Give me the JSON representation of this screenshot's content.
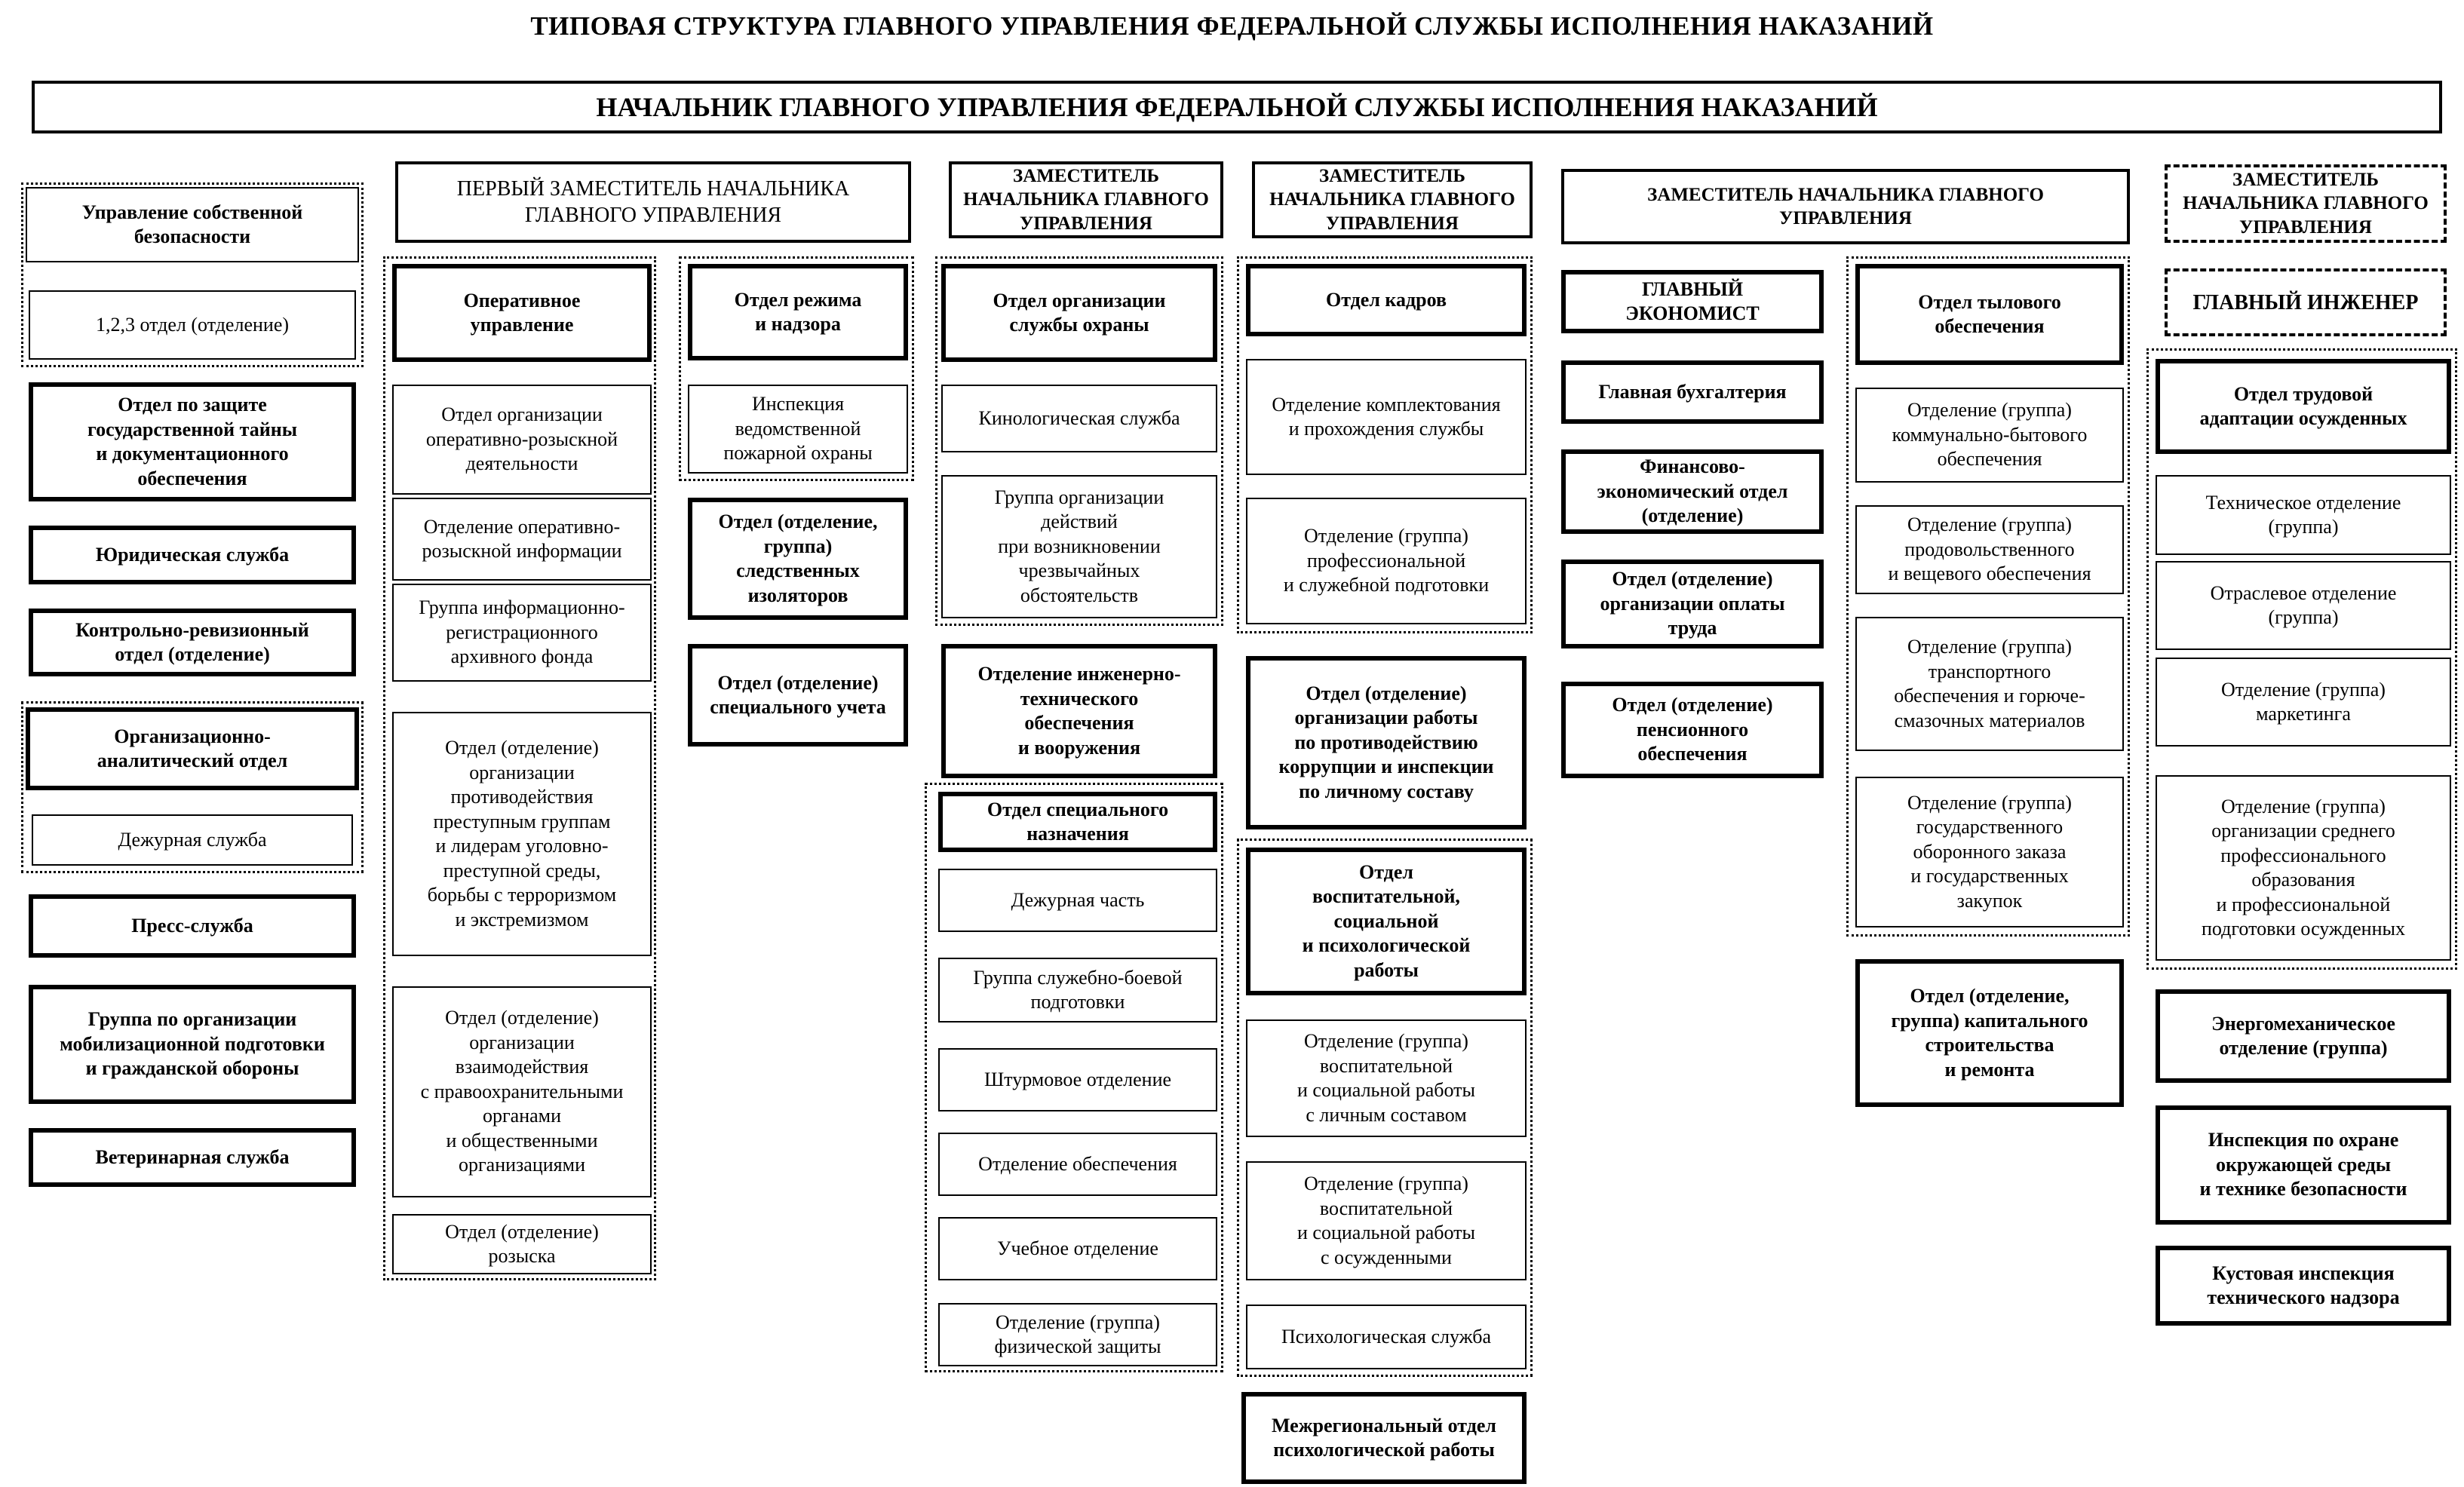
{
  "title": "ТИПОВАЯ СТРУКТУРА ГЛАВНОГО УПРАВЛЕНИЯ ФЕДЕРАЛЬНОЙ СЛУЖБЫ ИСПОЛНЕНИЯ НАКАЗАНИЙ",
  "chief": "НАЧАЛЬНИК ГЛАВНОГО УПРАВЛЕНИЯ ФЕДЕРАЛЬНОЙ СЛУЖБЫ ИСПОЛНЕНИЯ НАКАЗАНИЙ",
  "col1": {
    "own_security": "Управление собственной\nбезопасности",
    "dept_123": "1,2,3 отдел (отделение)",
    "state_secret": "Отдел по защите\nгосударственной тайны\nи документационного\nобеспечения",
    "legal": "Юридическая служба",
    "audit": "Контрольно-ревизионный\nотдел (отделение)",
    "analytic": "Организационно-\nаналитический отдел",
    "duty": "Дежурная служба",
    "press": "Пресс-служба",
    "mobil": "Группа по организации\nмобилизационной подготовки\nи гражданской обороны",
    "vet": "Ветеринарная служба"
  },
  "col2": {
    "head": "ПЕРВЫЙ ЗАМЕСТИТЕЛЬ НАЧАЛЬНИКА\nГЛАВНОГО УПРАВЛЕНИЯ",
    "operative": "Оперативное\nуправление",
    "org_ops": "Отдел организации\nоперативно-розыскной\nдеятельности",
    "ops_info": "Отделение оперативно-\nрозыскной информации",
    "info_arch": "Группа информационно-\nрегистрационного\nархивного фонда",
    "counter_crime": "Отдел (отделение)\nорганизации\nпротиводействия\nпреступным группам\nи лидерам уголовно-\nпреступной среды,\nборьбы с терроризмом\nи экстремизмом",
    "interaction": "Отдел (отделение)\nорганизации\nвзаимодействия\nс правоохранительными\nорганами\nи общественными\nорганизациями",
    "search": "Отдел (отделение)\nрозыска",
    "regime": "Отдел режима\nи надзора",
    "fire": "Инспекция\nведомственной\nпожарной охраны",
    "detention": "Отдел (отделение,\nгруппа)\nследственных\nизоляторов",
    "special_acc": "Отдел (отделение)\nспециального учета"
  },
  "col3": {
    "head": "ЗАМЕСТИТЕЛЬ\nНАЧАЛЬНИКА ГЛАВНОГО\nУПРАВЛЕНИЯ",
    "guard": "Отдел организации\nслужбы охраны",
    "canine": "Кинологическая служба",
    "emergency": "Группа организации\nдействий\nпри возникновении\nчрезвычайных\nобстоятельств",
    "engineering": "Отделение инженерно-\nтехнического\nобеспечения\nи вооружения",
    "special": "Отдел специального\nназначения",
    "duty_part": "Дежурная часть",
    "combat": "Группа служебно-боевой\nподготовки",
    "assault": "Штурмовое отделение",
    "supply": "Отделение обеспечения",
    "training": "Учебное отделение",
    "physical": "Отделение (группа)\nфизической защиты"
  },
  "col4": {
    "head": "ЗАМЕСТИТЕЛЬ\nНАЧАЛЬНИКА ГЛАВНОГО\nУПРАВЛЕНИЯ",
    "personnel": "Отдел кадров",
    "staffing": "Отделение комплектования\nи прохождения службы",
    "prof_train": "Отделение (группа)\nпрофессиональной\nи служебной подготовки",
    "anticorr": "Отдел (отделение)\nорганизации работы\nпо противодействию\nкоррупции и инспекции\nпо личному составу",
    "educational": "Отдел\nвоспитательной,\nсоциальной\nи психологической\nработы",
    "edu_staff": "Отделение (группа)\nвоспитательной\nи социальной работы\nс личным составом",
    "edu_convicts": "Отделение (группа)\nвоспитательной\nи социальной работы\nс осужденными",
    "psych": "Психологическая служба",
    "interreg": "Межрегиональный отдел\nпсихологической работы"
  },
  "col5": {
    "head": "ЗАМЕСТИТЕЛЬ НАЧАЛЬНИКА ГЛАВНОГО\nУПРАВЛЕНИЯ",
    "economist": "ГЛАВНЫЙ ЭКОНОМИСТ",
    "accounting": "Главная бухгалтерия",
    "finance": "Финансово-\nэкономический отдел\n(отделение)",
    "wages": "Отдел (отделение)\nорганизации оплаты\nтруда",
    "pension": "Отдел (отделение)\nпенсионного\nобеспечения",
    "rear": "Отдел тылового\nобеспечения",
    "communal": "Отделение (группа)\nкоммунально-бытового\nобеспечения",
    "food": "Отделение (группа)\nпродовольственного\nи вещевого обеспечения",
    "transport": "Отделение (группа)\nтранспортного\nобеспечения и горюче-\nсмазочных материалов",
    "procurement": "Отделение (группа)\nгосударственного\nоборонного заказа\nи государственных\nзакупок",
    "construction": "Отдел (отделение,\nгруппа) капитального\nстроительства\nи ремонта"
  },
  "col6": {
    "head": "ЗАМЕСТИТЕЛЬ\nНАЧАЛЬНИКА ГЛАВНОГО\nУПРАВЛЕНИЯ",
    "engineer": "ГЛАВНЫЙ ИНЖЕНЕР",
    "labor": "Отдел трудовой\nадаптации осужденных",
    "technical": "Техническое отделение\n(группа)",
    "branch": "Отраслевое отделение\n(группа)",
    "marketing": "Отделение (группа)\nмаркетинга",
    "education": "Отделение (группа)\nорганизации среднего\nпрофессионального\nобразования\nи профессиональной\nподготовки осужденных",
    "energy": "Энергомеханическое\nотделение (группа)",
    "ecology": "Инспекция по охране\nокружающей среды\nи технике безопасности",
    "cluster": "Кустовая инспекция\nтехнического надзора"
  }
}
